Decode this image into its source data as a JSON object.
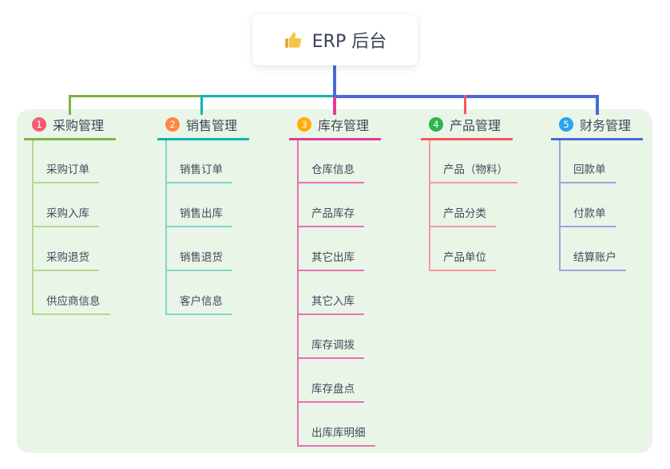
{
  "root": {
    "label": "ERP 后台",
    "icon": "thumbs-up-icon",
    "line_color": "#4a68d8"
  },
  "canvas": {
    "background": "#ffffff",
    "panel_background": "#e9f5e7"
  },
  "branches": [
    {
      "number": "1",
      "title": "采购管理",
      "colors": {
        "badge": "#f75c6e",
        "accent": "#7cb53e",
        "pale": "#b2d98f"
      },
      "children": [
        "采购订单",
        "采购入库",
        "采购退货",
        "供应商信息"
      ]
    },
    {
      "number": "2",
      "title": "销售管理",
      "colors": {
        "badge": "#fb8a3d",
        "accent": "#10b5ae",
        "pale": "#82d3cd"
      },
      "children": [
        "销售订单",
        "销售出库",
        "销售退货",
        "客户信息"
      ]
    },
    {
      "number": "3",
      "title": "库存管理",
      "colors": {
        "badge": "#ffad05",
        "accent": "#e03c9c",
        "pale": "#ec6eb4"
      },
      "children": [
        "仓库信息",
        "产品库存",
        "其它出库",
        "其它入库",
        "库存调拨",
        "库存盘点",
        "出库库明细"
      ]
    },
    {
      "number": "4",
      "title": "产品管理",
      "colors": {
        "badge": "#2cb54e",
        "accent": "#f8555e",
        "pale": "#f9999f"
      },
      "children": [
        "产品（物料）",
        "产品分类",
        "产品单位"
      ]
    },
    {
      "number": "5",
      "title": "财务管理",
      "colors": {
        "badge": "#2aa5ea",
        "accent": "#4a68d8",
        "pale": "#96a8e0"
      },
      "children": [
        "回款单",
        "付款单",
        "结算账户"
      ]
    }
  ]
}
